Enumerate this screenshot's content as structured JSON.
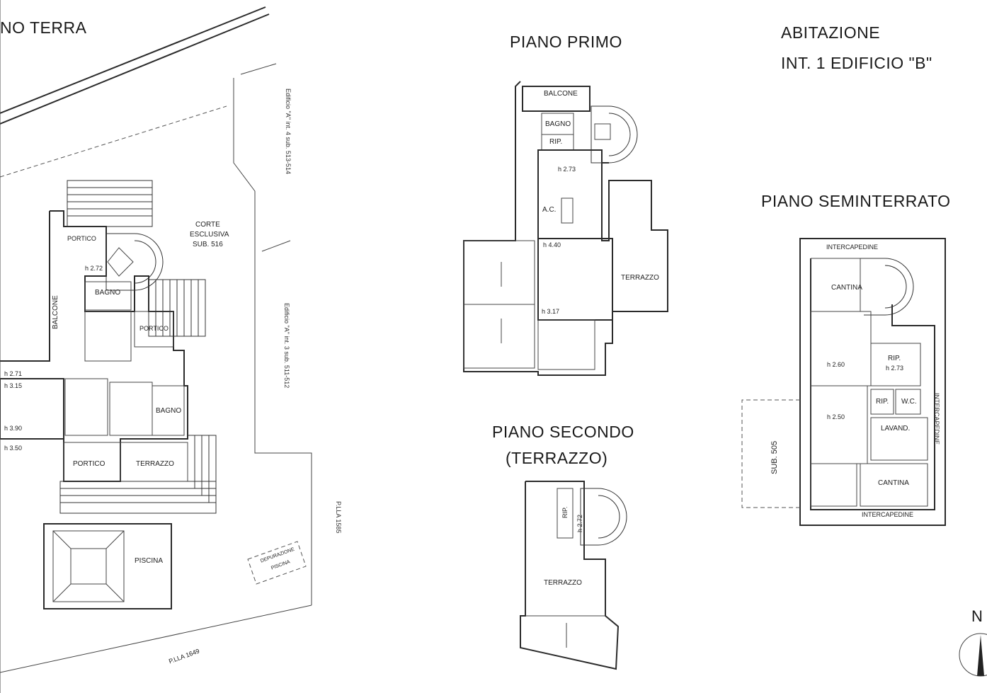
{
  "titles": {
    "terra": "NO TERRA",
    "primo": "PIANO PRIMO",
    "secondo_1": "PIANO SECONDO",
    "secondo_2": "(TERRAZZO)",
    "abitazione_1": "ABITAZIONE",
    "abitazione_2": "INT. 1  EDIFICIO \"B\"",
    "seminterrato": "PIANO SEMINTERRATO",
    "north": "N"
  },
  "ground_floor": {
    "corte_1": "CORTE",
    "corte_2": "ESCLUSIVA",
    "corte_3": "SUB. 516",
    "portico_top": "PORTICO",
    "h_272": "h 2.72",
    "bagno_1": "BAGNO",
    "portico_right": "PORTICO",
    "balcone": "BALCONE",
    "h_271": "h 2.71",
    "h_315": "h 3.15",
    "h_390": "h 3.90",
    "h_350": "h 3.50",
    "bagno_2": "BAGNO",
    "portico_bottom": "PORTICO",
    "terrazzo": "TERRAZZO",
    "piscina": "PISCINA",
    "depurazione_1": "DEPURAZIONE",
    "depurazione_2": "PISCINA",
    "pla_1649": "P.LLA 1649",
    "pla_1585": "P.LLA 1585",
    "edificio_a4": "Edificio \"A\" int. 4 sub. 513-514",
    "edificio_a3": "Edificio \"A\" int. 3 sub. 511-512"
  },
  "first_floor": {
    "balcone": "BALCONE",
    "bagno": "BAGNO",
    "rip": "RIP.",
    "h_273": "h 2.73",
    "ac": "A.C.",
    "h_440": "h 4.40",
    "terrazzo": "TERRAZZO",
    "h_317": "h 3.17"
  },
  "second_floor": {
    "rip": "RIP.",
    "h_272": "h 2.72",
    "terrazzo": "TERRAZZO"
  },
  "basement": {
    "intercapedine_top": "INTERCAPEDINE",
    "cantina_top": "CANTINA",
    "rip_1": "RIP.",
    "h_273": "h 2.73",
    "h_260": "h 2.60",
    "rip_2": "RIP.",
    "wc": "W.C.",
    "h_250": "h 2.50",
    "lavand": "LAVAND.",
    "intercapedine_right": "INTERCAPEDINE",
    "cantina_bottom": "CANTINA",
    "intercapedine_bottom": "INTERCAPEDINE",
    "sub_505": "SUB. 505"
  }
}
